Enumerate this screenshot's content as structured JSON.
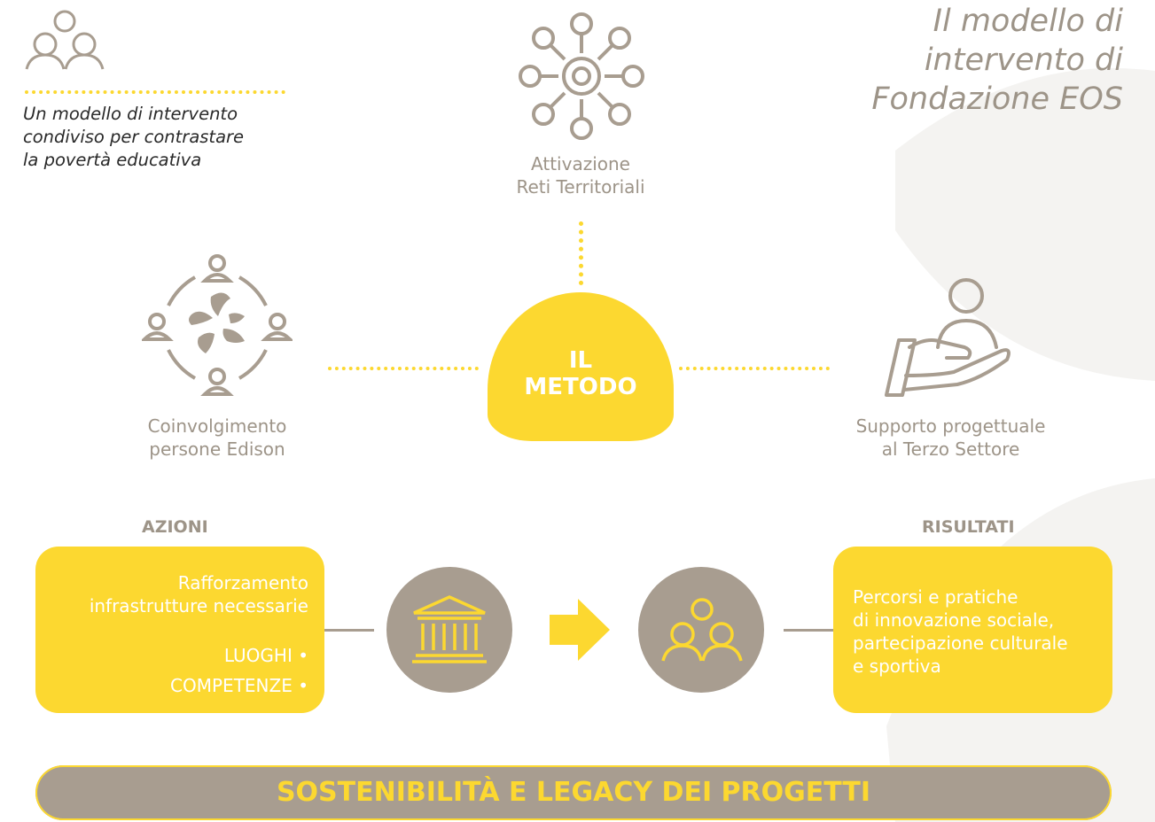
{
  "title": {
    "line1": "Il modello di",
    "line2": "intervento di",
    "line3": "Fondazione EOS"
  },
  "subtitle": {
    "line1": "Un modello di intervento",
    "line2": "condiviso per contrastare",
    "line3": "la povertà educativa"
  },
  "method": {
    "line1": "IL",
    "line2": "METODO"
  },
  "nodes": {
    "top": {
      "line1": "Attivazione",
      "line2": "Reti Territoriali",
      "icon": "network-icon"
    },
    "left": {
      "line1": "Coinvolgimento",
      "line2": "persone Edison",
      "icon": "people-collaboration-icon"
    },
    "right": {
      "line1": "Supporto progettuale",
      "line2": "al Terzo Settore",
      "icon": "hand-support-icon"
    }
  },
  "azioni": {
    "heading": "AZIONI",
    "line1": "Rafforzamento",
    "line2": "infrastrutture necessarie",
    "item1": "LUOGHI •",
    "item2": "COMPETENZE •"
  },
  "risultati": {
    "heading": "RISULTATI",
    "line1": "Percorsi e pratiche",
    "line2": "di innovazione sociale,",
    "line3": "partecipazione culturale",
    "line4": "e sportiva"
  },
  "legacy": "SOSTENIBILITÀ E LEGACY DEI PROGETTI",
  "colors": {
    "yellow": "#fcd830",
    "taupe": "#a89d90",
    "text_gray": "#9d9488"
  }
}
